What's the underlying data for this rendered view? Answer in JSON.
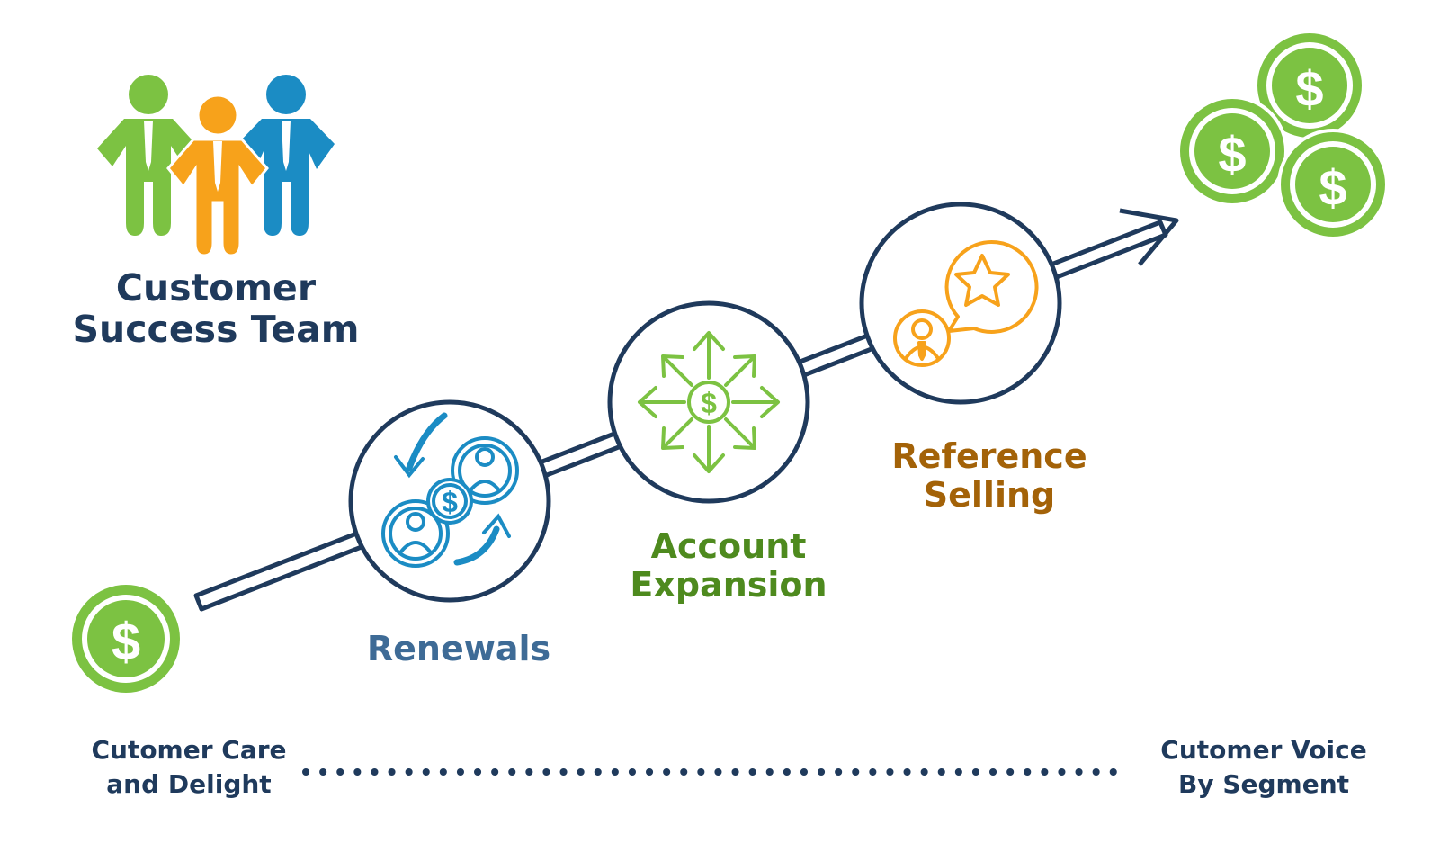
{
  "title": {
    "line1": "Customer",
    "line2": "Success Team"
  },
  "stages": [
    {
      "name": "Renewals",
      "icon": "renewals-icon"
    },
    {
      "name_line1": "Account",
      "name_line2": "Expansion",
      "icon": "account-expansion-icon"
    },
    {
      "name_line1": "Reference",
      "name_line2": "Selling",
      "icon": "reference-selling-icon"
    }
  ],
  "footer": {
    "left": {
      "line1": "Cutomer Care",
      "line2": "and Delight"
    },
    "right": {
      "line1": "Cutomer Voice",
      "line2": "By Segment"
    }
  },
  "icons": {
    "coin_symbol": "$",
    "team": "team-figures-icon",
    "start": "dollar-coin-icon",
    "end": "dollar-coins-stack-icon"
  },
  "colors": {
    "navy": "#1f3a5c",
    "green": "#7cc242",
    "orange": "#f7a21b",
    "blue": "#1b8cc4",
    "text_blue": "#3e6b96",
    "text_green": "#4e8a1e",
    "text_orange": "#a36208"
  }
}
